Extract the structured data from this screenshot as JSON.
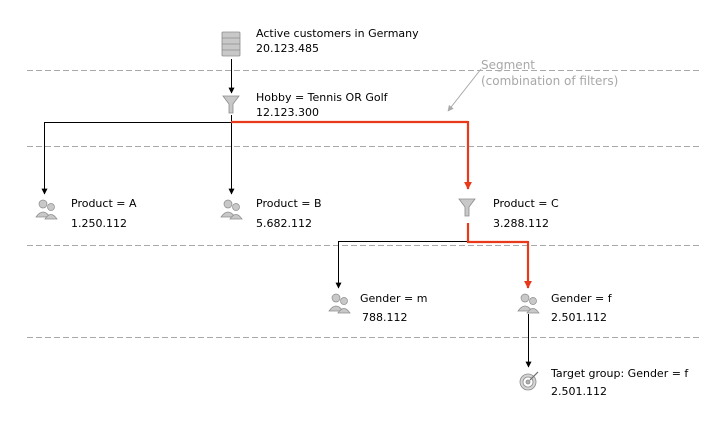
{
  "diagram": {
    "colors": {
      "edge": "#000000",
      "highlight": "#e8391a",
      "divider": "#a9a9a9",
      "icon": "#b4b4b4",
      "annotation": "#a8a8a8"
    },
    "annotation": {
      "line1": "Segment",
      "line2": "(combination of filters)"
    },
    "nodes": {
      "root": {
        "icon": "database-icon",
        "label": "Active customers in Germany",
        "value": "20.123.485"
      },
      "hobby": {
        "icon": "filter-icon",
        "label": "Hobby = Tennis OR Golf",
        "value": "12.123.300"
      },
      "prod_a": {
        "icon": "people-icon",
        "label": "Product = A",
        "value": "1.250.112"
      },
      "prod_b": {
        "icon": "people-icon",
        "label": "Product = B",
        "value": "5.682.112"
      },
      "prod_c": {
        "icon": "filter-icon",
        "label": "Product = C",
        "value": "3.288.112"
      },
      "gen_m": {
        "icon": "people-icon",
        "label": "Gender = m",
        "value": "788.112"
      },
      "gen_f": {
        "icon": "people-icon",
        "label": "Gender = f",
        "value": "2.501.112"
      },
      "target": {
        "icon": "target-group-icon",
        "label": "Target group: Gender = f",
        "value": "2.501.112"
      }
    }
  }
}
